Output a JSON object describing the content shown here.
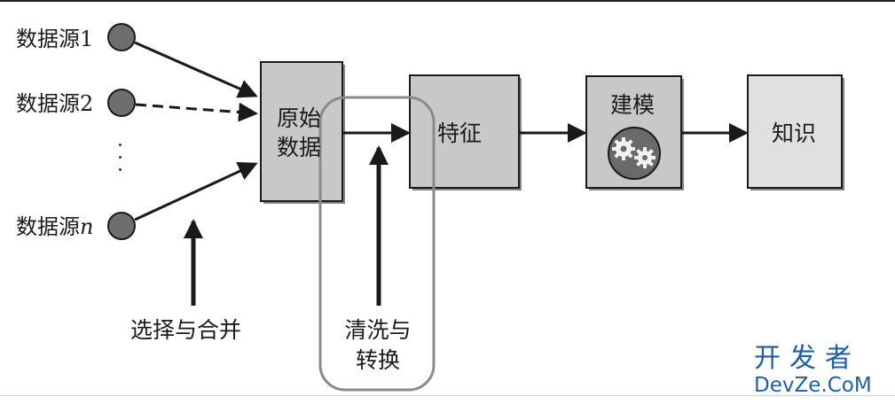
{
  "sources": [
    {
      "label": "数据源1"
    },
    {
      "label": "数据源2"
    },
    {
      "label": "数据源",
      "suffix": "n"
    }
  ],
  "boxes": {
    "raw_data": [
      "原始",
      "数据"
    ],
    "features": "特征",
    "modeling": "建模",
    "knowledge": "知识"
  },
  "captions": {
    "select_merge": "选择与合并",
    "clean_transform": [
      "清洗与",
      "转换"
    ]
  },
  "watermark": {
    "cn": "开发者",
    "en": "DevZe.CoM"
  },
  "colors": {
    "box_dark": "#c8c8c8",
    "box_light": "#e0e0e0",
    "gear_bg": "#6a6a6a",
    "source_node": "#6e6e6e",
    "watermark": "#1f5fa6"
  }
}
